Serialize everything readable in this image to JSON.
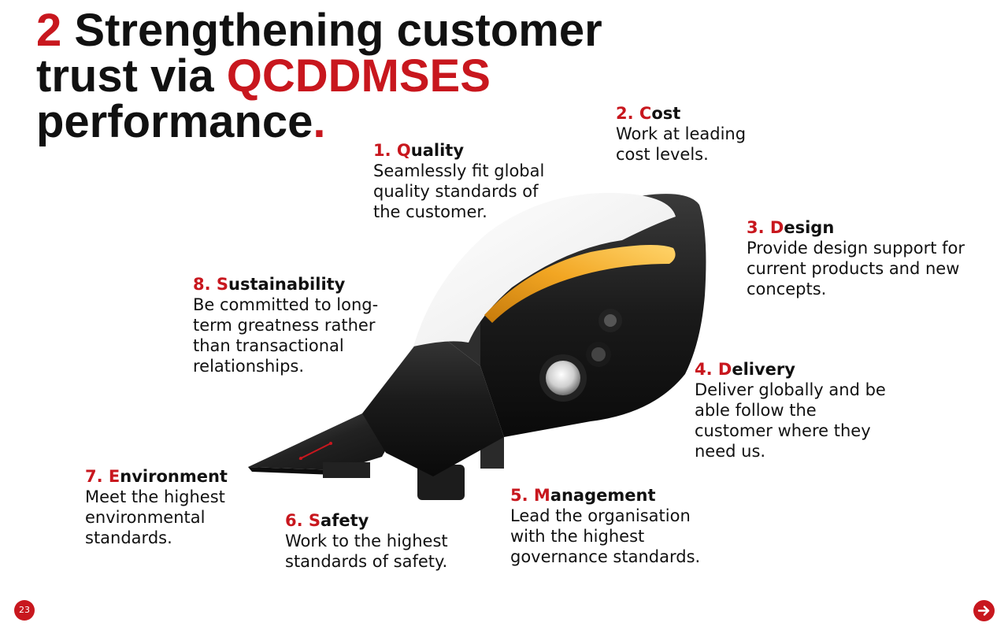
{
  "title": {
    "number": "2",
    "line1": "Strengthening customer",
    "line2_prefix": "trust via",
    "highlight": "QCDDMSES",
    "line3": "performance",
    "period": "."
  },
  "items": {
    "quality": {
      "number": "1.",
      "letter": "Q",
      "rest": "uality",
      "description": "Seamlessly fit global quality standards of the customer."
    },
    "cost": {
      "number": "2.",
      "letter": "C",
      "rest": "ost",
      "description": "Work at leading cost levels."
    },
    "design": {
      "number": "3.",
      "letter": "D",
      "rest": "esign",
      "description": "Provide design support for current products and new concepts."
    },
    "delivery": {
      "number": "4.",
      "letter": "D",
      "rest": "elivery",
      "description": "Deliver globally and be able follow the customer where they need us."
    },
    "management": {
      "number": "5.",
      "letter": "M",
      "rest": "anagement",
      "description": "Lead the organisation with the highest governance standards."
    },
    "safety": {
      "number": "6.",
      "letter": "S",
      "rest": "afety",
      "description": "Work to the highest standards of safety."
    },
    "environment": {
      "number": "7.",
      "letter": "E",
      "rest": "nvironment",
      "description": "Meet the highest environmental standards."
    },
    "sustainability": {
      "number": "8.",
      "letter": "S",
      "rest": "ustainability",
      "description": "Be committed to long-term greatness rather than transactional relationships."
    }
  },
  "page_number": "23",
  "colors": {
    "accent": "#c8171e",
    "text": "#111111",
    "indicator": "#f2a623"
  },
  "icons": {
    "mirror": "side-mirror-image",
    "next": "arrow-right-icon"
  }
}
